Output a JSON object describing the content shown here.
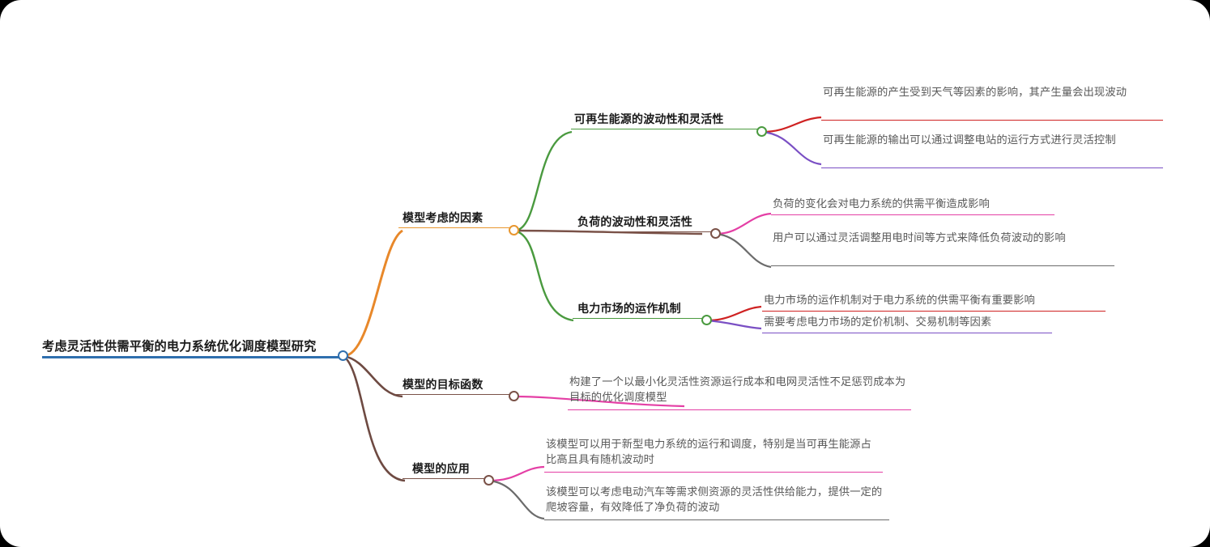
{
  "diagram": {
    "type": "mindmap",
    "title": "考虑灵活性供需平衡的电力系统优化调度模型研究",
    "background_color": "#ffffff",
    "root": {
      "label": "考虑灵活性供需平衡的电力系统优化调度模型研究",
      "dot_color": "#2f6fae",
      "underline_color": "#2f6fae"
    },
    "branches": [
      {
        "label": "模型考虑的因素",
        "dot_color": "#e8962e",
        "underline_color": "#e8962e",
        "edge_color": "#e8882a",
        "children": [
          {
            "label": "可再生能源的波动性和灵活性",
            "dot_color": "#4a9a3f",
            "underline_color": "#4a9a3f",
            "edge_color": "#4a9a3f",
            "children": [
              {
                "label": "可再生能源的产生受到天气等因素的影响，其产生量会出现波动",
                "underline_color": "#cf2222",
                "edge_color": "#cf2222"
              },
              {
                "label": "可再生能源的输出可以通过调整电站的运行方式进行灵活控制",
                "underline_color": "#7a4fc4",
                "edge_color": "#7a4fc4"
              }
            ]
          },
          {
            "label": "负荷的波动性和灵活性",
            "dot_color": "#7a5248",
            "underline_color": "#7a5248",
            "edge_color": "#7a5248",
            "children": [
              {
                "label": "负荷的变化会对电力系统的供需平衡造成影响",
                "underline_color": "#e43fa5",
                "edge_color": "#e43fa5"
              },
              {
                "label": "用户可以通过灵活调整用电时间等方式来降低负荷波动的影响",
                "underline_color": "#6b6b6b",
                "edge_color": "#6b6b6b"
              }
            ]
          },
          {
            "label": "电力市场的运作机制",
            "dot_color": "#4a9a3f",
            "underline_color": "#4a9a3f",
            "edge_color": "#4a9a3f",
            "children": [
              {
                "label": "电力市场的运作机制对于电力系统的供需平衡有重要影响",
                "underline_color": "#cf2222",
                "edge_color": "#cf2222"
              },
              {
                "label": "需要考虑电力市场的定价机制、交易机制等因素",
                "underline_color": "#7a4fc4",
                "edge_color": "#7a4fc4"
              }
            ]
          }
        ]
      },
      {
        "label": "模型的目标函数",
        "dot_color": "#7a5248",
        "underline_color": "#7a5248",
        "edge_color": "#6e4a42",
        "children": [
          {
            "label": "构建了一个以最小化灵活性资源运行成本和电网灵活性不足惩罚成本为目标的优化调度模型",
            "underline_color": "#e43fa5",
            "edge_color": "#e43fa5"
          }
        ]
      },
      {
        "label": "模型的应用",
        "dot_color": "#7a5248",
        "underline_color": "#7a5248",
        "edge_color": "#6e4a42",
        "children": [
          {
            "label": "该模型可以用于新型电力系统的运行和调度，特别是当可再生能源占比高且具有随机波动时",
            "underline_color": "#e43fa5",
            "edge_color": "#e43fa5"
          },
          {
            "label": "该模型可以考虑电动汽车等需求侧资源的灵活性供给能力，提供一定的爬坡容量，有效降低了净负荷的波动",
            "underline_color": "#6b6b6b",
            "edge_color": "#6b6b6b"
          }
        ]
      }
    ]
  }
}
